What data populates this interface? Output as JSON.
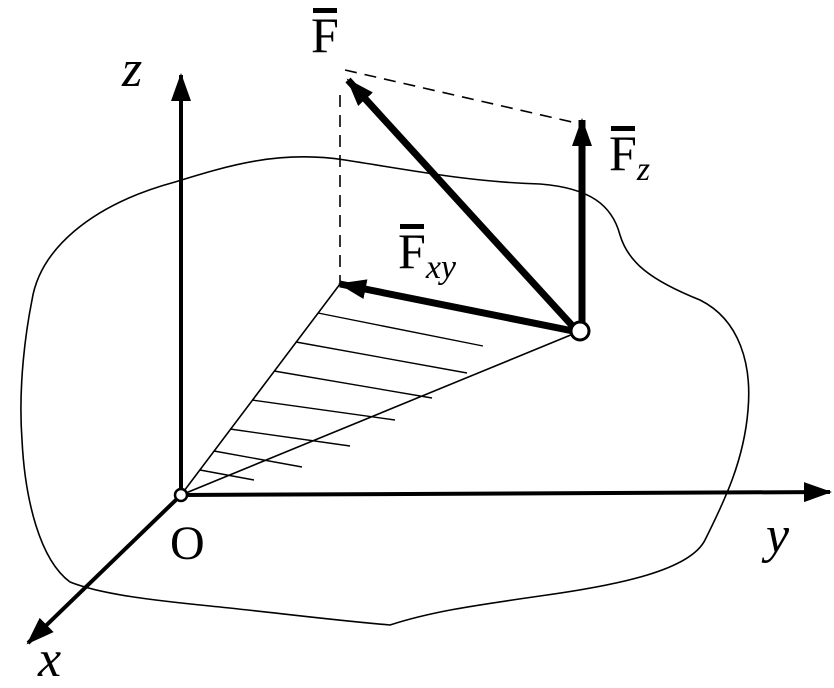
{
  "axes": {
    "x_label": "x",
    "y_label": "y",
    "z_label": "z",
    "origin_label": "O"
  },
  "vectors": {
    "f_main": "F",
    "f_z": "F",
    "f_z_sub": "z",
    "f_xy": "F",
    "f_xy_sub": "xy"
  },
  "colors": {
    "ink": "#000000",
    "background": "#ffffff"
  }
}
